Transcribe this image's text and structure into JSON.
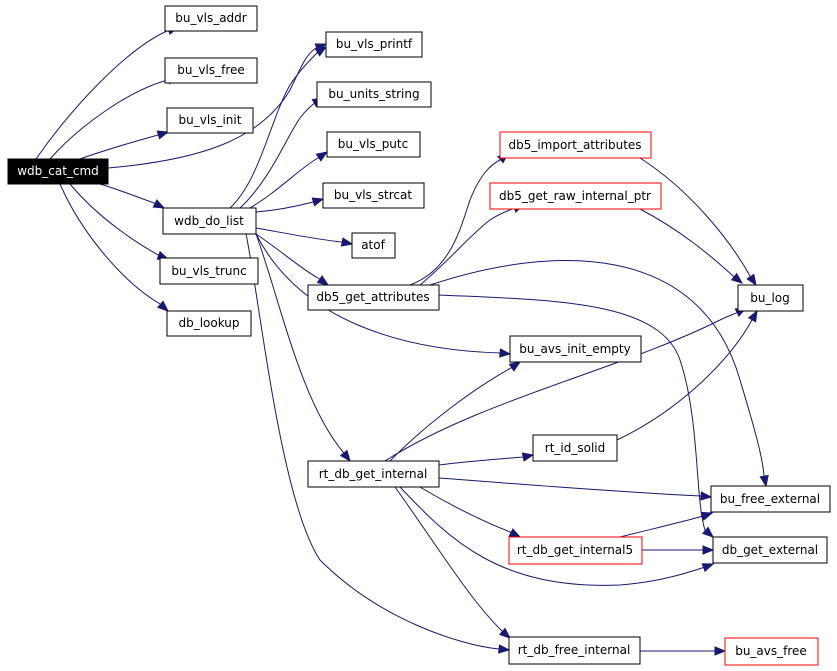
{
  "colors": {
    "edge": "#191970",
    "node_border": "#000000",
    "node_border_red": "#ff0000",
    "node_fill": "#ffffff",
    "root_fill": "#000000",
    "root_text": "#ffffff"
  },
  "nodes": {
    "wdb_cat_cmd": "wdb_cat_cmd",
    "bu_vls_addr": "bu_vls_addr",
    "bu_vls_free": "bu_vls_free",
    "bu_vls_init": "bu_vls_init",
    "wdb_do_list": "wdb_do_list",
    "bu_vls_trunc": "bu_vls_trunc",
    "db_lookup": "db_lookup",
    "bu_vls_printf": "bu_vls_printf",
    "bu_units_string": "bu_units_string",
    "bu_vls_putc": "bu_vls_putc",
    "bu_vls_strcat": "bu_vls_strcat",
    "atof": "atof",
    "db5_get_attributes": "db5_get_attributes",
    "bu_avs_init_empty": "bu_avs_init_empty",
    "rt_db_get_internal": "rt_db_get_internal",
    "rt_db_free_internal": "rt_db_free_internal",
    "db5_import_attributes": "db5_import_attributes",
    "db5_get_raw_internal_ptr": "db5_get_raw_internal_ptr",
    "bu_log": "bu_log",
    "bu_free_external": "bu_free_external",
    "rt_id_solid": "rt_id_solid",
    "rt_db_get_internal5": "rt_db_get_internal5",
    "db_get_external": "db_get_external",
    "bu_avs_free": "bu_avs_free"
  }
}
